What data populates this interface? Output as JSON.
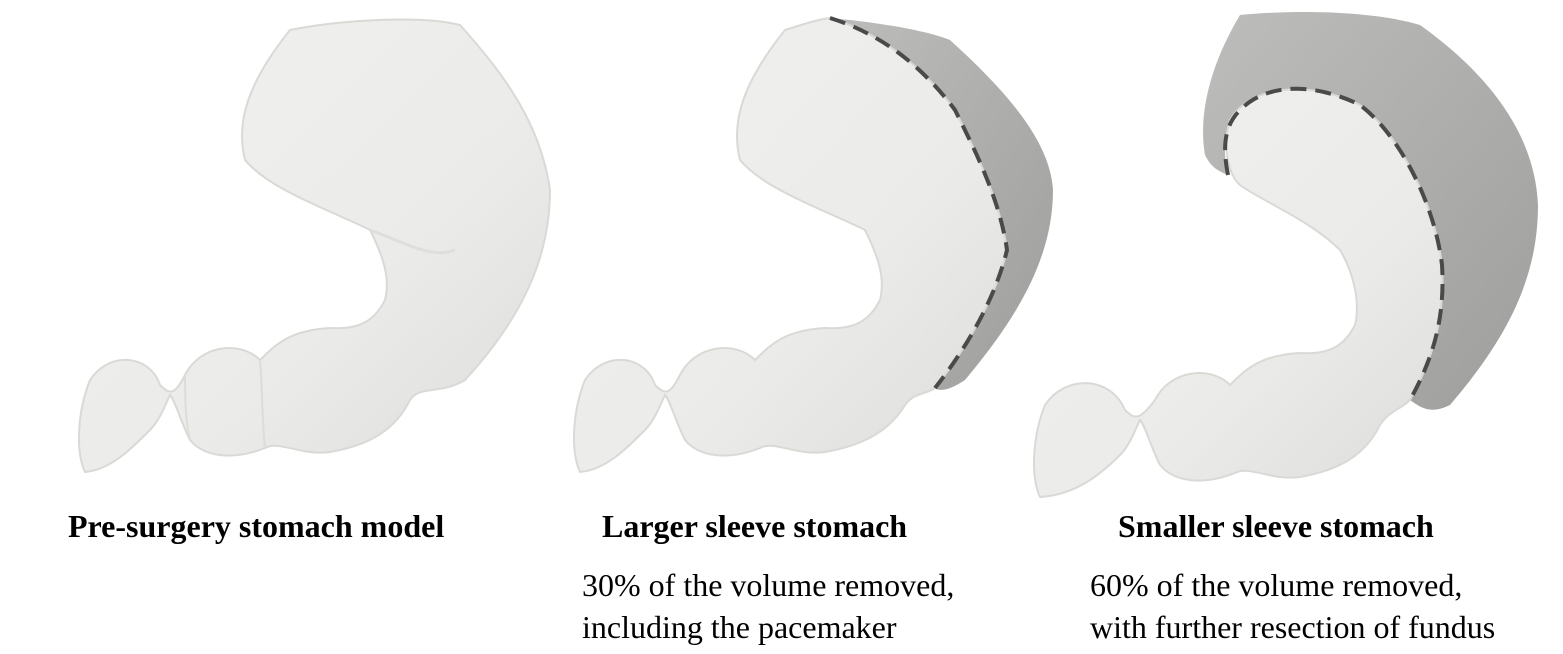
{
  "panels": [
    {
      "title": "Pre-surgery stomach model",
      "caption_lines": []
    },
    {
      "title": "Larger sleeve stomach",
      "caption_lines": [
        "30% of the volume removed,",
        "including the pacemaker"
      ]
    },
    {
      "title": "Smaller sleeve stomach",
      "caption_lines": [
        "60% of the volume removed,",
        "with further resection of fundus"
      ]
    }
  ],
  "colors": {
    "stomach": "#ececea",
    "stomach_edge": "#d7d7d4",
    "removed_region": "#a9a9a6",
    "cut_line": "#4a4a4a"
  }
}
